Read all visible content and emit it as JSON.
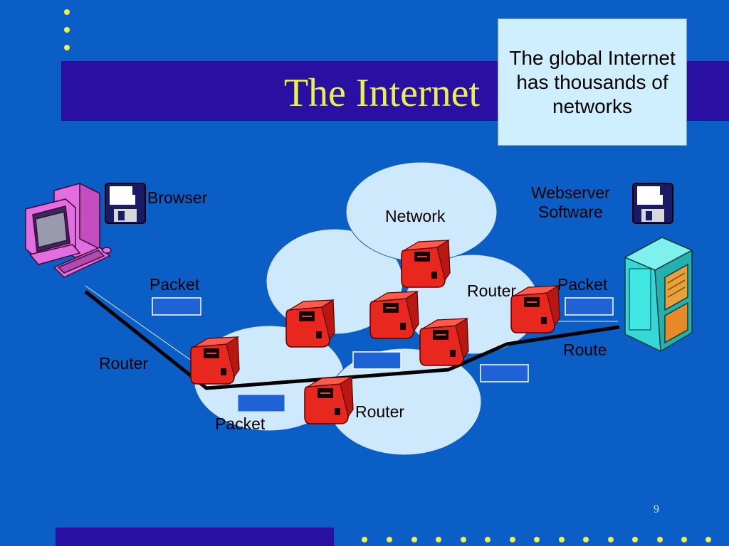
{
  "title": "The Internet",
  "callout": "The global Internet has thousands of networks",
  "labels": {
    "browser": "Browser",
    "network": "Network",
    "webserver_line1": "Webserver",
    "webserver_line2": "Software",
    "packet_left": "Packet",
    "packet_right": "Packet",
    "packet_bottom": "Packet",
    "router_left": "Router",
    "router_center": "Router",
    "router_bottom": "Router",
    "route": "Route"
  },
  "page_number": "9",
  "icons": [
    "floppy-disk-icon",
    "desktop-computer-icon",
    "server-tower-icon",
    "router-icon"
  ],
  "colors": {
    "background": "#0b5ec6",
    "title_bar": "#2a0fa3",
    "title_text": "#e8f24a",
    "network_cloud": "#cde9fb",
    "router": "#e8281e",
    "packet": "#1f62d6",
    "computer": "#e36ee0",
    "server": "#35d8d6"
  }
}
